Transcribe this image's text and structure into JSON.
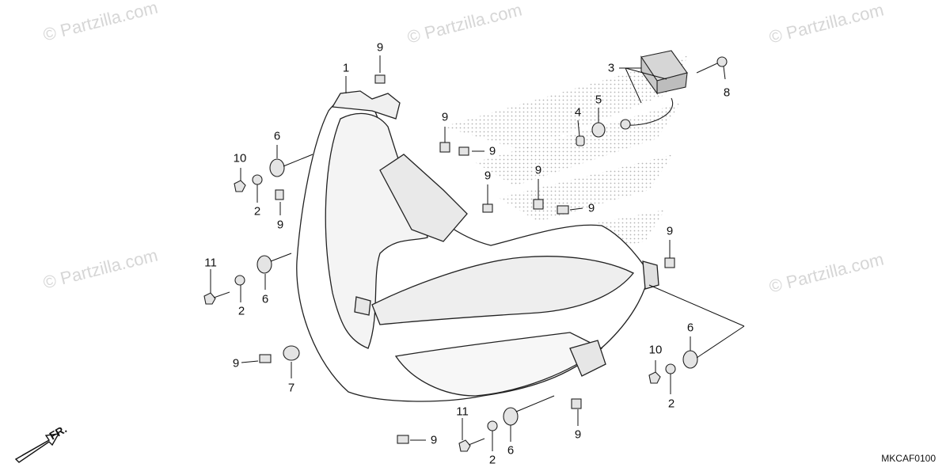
{
  "watermark": "© Partzilla.com",
  "diagram_code": "MKCAF0100",
  "front_arrow_label": "FR.",
  "callouts": [
    {
      "id": "c1",
      "label": "1"
    },
    {
      "id": "c9a",
      "label": "9"
    },
    {
      "id": "c3",
      "label": "3"
    },
    {
      "id": "c8",
      "label": "8"
    },
    {
      "id": "c4",
      "label": "4"
    },
    {
      "id": "c5",
      "label": "5"
    },
    {
      "id": "c9b",
      "label": "9"
    },
    {
      "id": "c9c",
      "label": "9"
    },
    {
      "id": "c6a",
      "label": "6"
    },
    {
      "id": "c10a",
      "label": "10"
    },
    {
      "id": "c2a",
      "label": "2"
    },
    {
      "id": "c9d",
      "label": "9"
    },
    {
      "id": "c9e",
      "label": "9"
    },
    {
      "id": "c9f",
      "label": "9"
    },
    {
      "id": "c9g",
      "label": "9"
    },
    {
      "id": "c9h",
      "label": "9"
    },
    {
      "id": "c11a",
      "label": "11"
    },
    {
      "id": "c2b",
      "label": "2"
    },
    {
      "id": "c6b",
      "label": "6"
    },
    {
      "id": "c9i",
      "label": "9"
    },
    {
      "id": "c7",
      "label": "7"
    },
    {
      "id": "c6c",
      "label": "6"
    },
    {
      "id": "c10b",
      "label": "10"
    },
    {
      "id": "c2c",
      "label": "2"
    },
    {
      "id": "c11b",
      "label": "11"
    },
    {
      "id": "c9j",
      "label": "9"
    },
    {
      "id": "c2d",
      "label": "2"
    },
    {
      "id": "c6d",
      "label": "6"
    },
    {
      "id": "c9k",
      "label": "9"
    }
  ]
}
